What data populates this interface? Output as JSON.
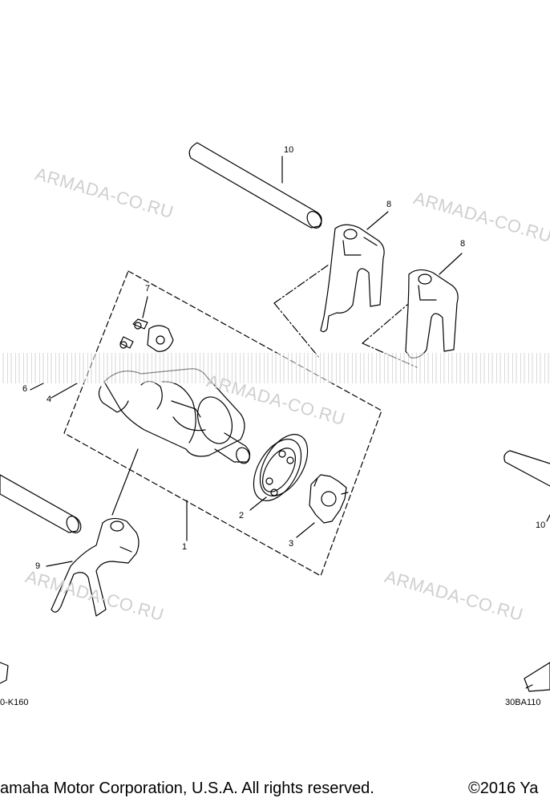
{
  "watermark": {
    "text": "ARMADA-CO.RU"
  },
  "callouts": [
    "1",
    "2",
    "3",
    "4",
    "6",
    "7",
    "8",
    "8",
    "9",
    "10",
    "10"
  ],
  "diagram_codes": {
    "left": "0-K160",
    "right": "30BA110"
  },
  "footer": {
    "left": "amaha Motor Corporation, U.S.A. All rights reserved.",
    "right": "©2016 Ya"
  },
  "colors": {
    "line": "#000000",
    "watermark": "#cfcfcf",
    "background": "#ffffff"
  }
}
